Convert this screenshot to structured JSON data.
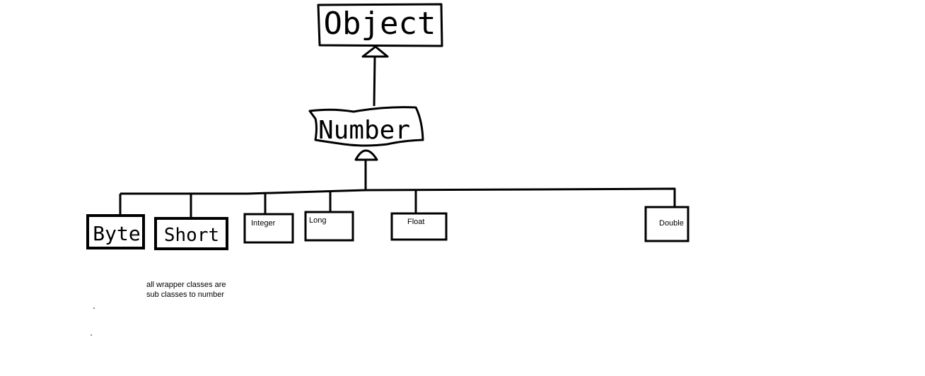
{
  "diagram": {
    "root": {
      "label": "Object"
    },
    "parent": {
      "label": "Number"
    },
    "children": [
      {
        "label": "Byte"
      },
      {
        "label": "Short"
      },
      {
        "label": "Integer"
      },
      {
        "label": "Long"
      },
      {
        "label": "Float"
      },
      {
        "label": "Double"
      }
    ],
    "note": {
      "line1": "all wrapper classes are",
      "line2": "sub classes to number"
    },
    "colors": {
      "stroke": "#000000",
      "background": "#ffffff"
    }
  }
}
